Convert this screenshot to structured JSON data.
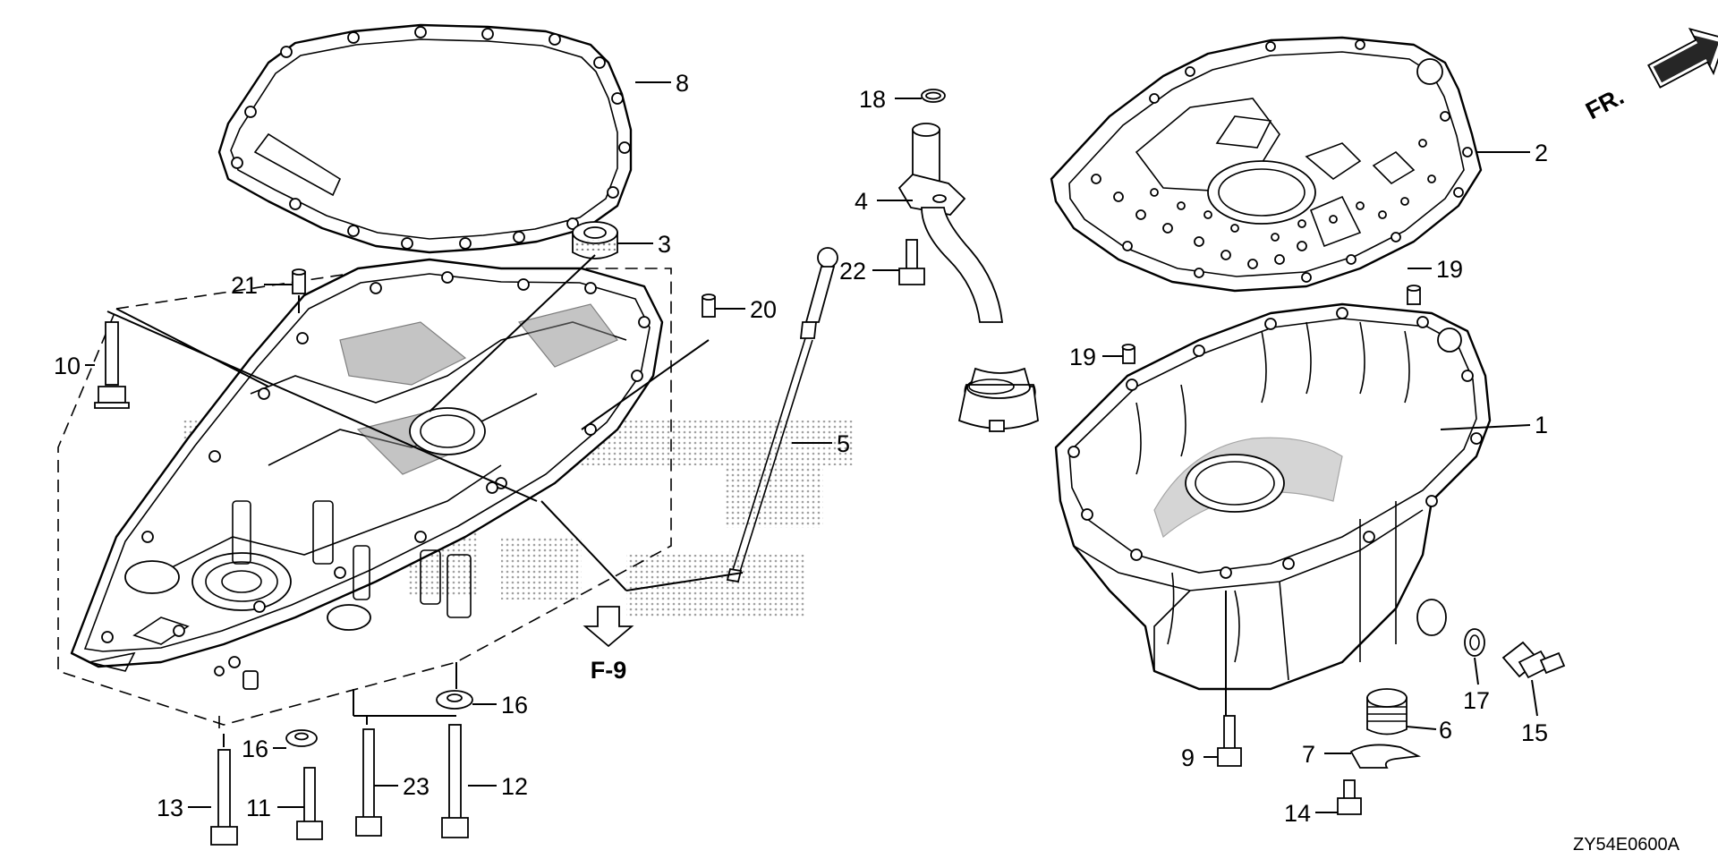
{
  "diagram": {
    "callouts": [
      {
        "id": "1",
        "label": "1"
      },
      {
        "id": "2",
        "label": "2"
      },
      {
        "id": "3",
        "label": "3"
      },
      {
        "id": "4",
        "label": "4"
      },
      {
        "id": "5",
        "label": "5"
      },
      {
        "id": "6",
        "label": "6"
      },
      {
        "id": "7",
        "label": "7"
      },
      {
        "id": "8",
        "label": "8"
      },
      {
        "id": "9",
        "label": "9"
      },
      {
        "id": "10",
        "label": "10"
      },
      {
        "id": "11",
        "label": "11"
      },
      {
        "id": "12",
        "label": "12"
      },
      {
        "id": "13",
        "label": "13"
      },
      {
        "id": "14",
        "label": "14"
      },
      {
        "id": "15",
        "label": "15"
      },
      {
        "id": "16a",
        "label": "16"
      },
      {
        "id": "16b",
        "label": "16"
      },
      {
        "id": "17",
        "label": "17"
      },
      {
        "id": "18",
        "label": "18"
      },
      {
        "id": "19a",
        "label": "19"
      },
      {
        "id": "19b",
        "label": "19"
      },
      {
        "id": "20",
        "label": "20"
      },
      {
        "id": "21",
        "label": "21"
      },
      {
        "id": "22",
        "label": "22"
      },
      {
        "id": "23",
        "label": "23"
      }
    ],
    "reference_label": "F-9",
    "direction_label": "FR.",
    "drawing_code": "ZY54E0600A"
  }
}
